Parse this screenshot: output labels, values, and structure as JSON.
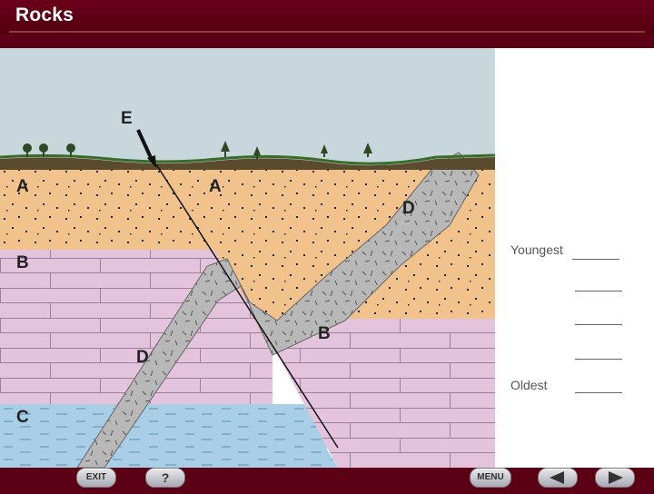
{
  "header": {
    "title": "Rocks"
  },
  "diagram": {
    "labels": {
      "E": "E",
      "A_left": "A",
      "A_right": "A",
      "B_left": "B",
      "B_right": "B",
      "C": "C",
      "D_upper": "D",
      "D_lower": "D"
    },
    "colors": {
      "sky": "#c8d7dc",
      "soil": "#5a4a2e",
      "grass": "#3a6b2a",
      "layer_A": "#f2c28c",
      "layer_B": "#e4c3dd",
      "layer_C": "#a9cfe6",
      "intrusion_D": "#b8b8b8"
    }
  },
  "side_panel": {
    "youngest_label": "Youngest",
    "oldest_label": "Oldest"
  },
  "nav": {
    "exit_label": "EXIT",
    "help_label": "?",
    "menu_label": "MENU"
  }
}
